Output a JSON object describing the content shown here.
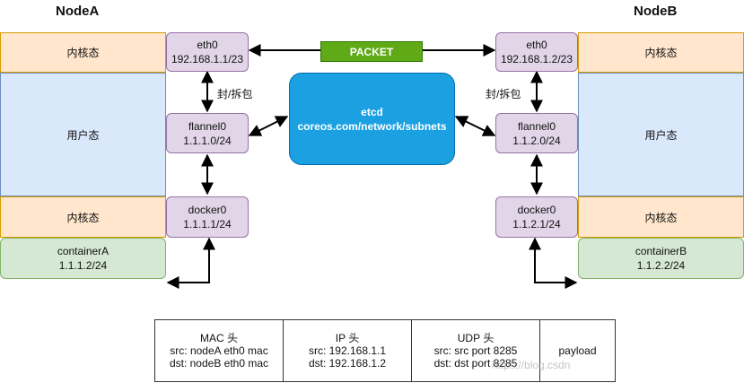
{
  "nodeA": {
    "title": "NodeA",
    "kernel_top": "内核态",
    "user": "用户态",
    "kernel_bottom": "内核态",
    "container_name": "containerA",
    "container_ip": "1.1.1.2/24",
    "eth_name": "eth0",
    "eth_ip": "192.168.1.1/23",
    "flannel_name": "flannel0",
    "flannel_ip": "1.1.1.0/24",
    "docker_name": "docker0",
    "docker_ip": "1.1.1.1/24",
    "encap_label": "封/拆包"
  },
  "nodeB": {
    "title": "NodeB",
    "kernel_top": "内核态",
    "user": "用户态",
    "kernel_bottom": "内核态",
    "container_name": "containerB",
    "container_ip": "1.1.2.2/24",
    "eth_name": "eth0",
    "eth_ip": "192.168.1.2/23",
    "flannel_name": "flannel0",
    "flannel_ip": "1.1.2.0/24",
    "docker_name": "docker0",
    "docker_ip": "1.1.2.1/24",
    "encap_label": "封/拆包"
  },
  "packet_label": "PACKET",
  "etcd": {
    "name": "etcd",
    "key": "coreos.com/network/subnets"
  },
  "header_table": {
    "mac": {
      "title": "MAC 头",
      "src": "src: nodeA eth0 mac",
      "dst": "dst: nodeB eth0 mac"
    },
    "ip": {
      "title": "IP 头",
      "src": "src: 192.168.1.1",
      "dst": "dst: 192.168.1.2"
    },
    "udp": {
      "title": "UDP 头",
      "src": "src: src port 8285",
      "dst": "dst: dst port 8285"
    },
    "payload": "payload"
  },
  "watermark": "https://blog.csdn"
}
